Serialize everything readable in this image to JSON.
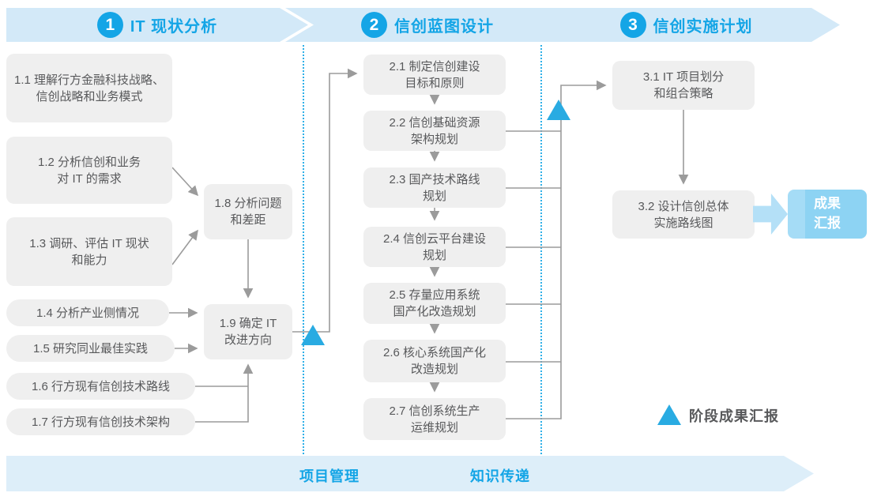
{
  "phases": [
    {
      "number": "1",
      "title": "IT 现状分析",
      "boxes": [
        {
          "label": "1.1 理解行方金融科技战略、\n信创战略和业务模式"
        },
        {
          "label": "1.2 分析信创和业务\n对 IT 的需求"
        },
        {
          "label": "1.3 调研、评估 IT 现状\n和能力"
        },
        {
          "label": "1.4 分析产业侧情况"
        },
        {
          "label": "1.5 研究同业最佳实践"
        },
        {
          "label": "1.6 行方现有信创技术路线"
        },
        {
          "label": "1.7 行方现有信创技术架构"
        },
        {
          "label": "1.8 分析问题\n和差距"
        },
        {
          "label": "1.9 确定 IT\n改进方向"
        }
      ]
    },
    {
      "number": "2",
      "title": "信创蓝图设计",
      "boxes": [
        {
          "label": "2.1 制定信创建设\n目标和原则"
        },
        {
          "label": "2.2 信创基础资源\n架构规划"
        },
        {
          "label": "2.3 国产技术路线\n规划"
        },
        {
          "label": "2.4 信创云平台建设\n规划"
        },
        {
          "label": "2.5 存量应用系统\n国产化改造规划"
        },
        {
          "label": "2.6 核心系统国产化\n改造规划"
        },
        {
          "label": "2.7 信创系统生产\n运维规划"
        }
      ]
    },
    {
      "number": "3",
      "title": "信创实施计划",
      "boxes": [
        {
          "label": "3.1 IT 项目划分\n和组合策略"
        },
        {
          "label": "3.2 设计信创总体\n实施路线图"
        }
      ]
    }
  ],
  "result_box": {
    "label": "成果\n汇报"
  },
  "legend": {
    "label": "阶段成果汇报"
  },
  "bottom_bar": {
    "items": [
      {
        "label": "项目管理"
      },
      {
        "label": "知识传递"
      }
    ]
  },
  "colors": {
    "accent_blue": "#14a5e6",
    "band_fill": "#d3e9f8",
    "bottom_band_fill": "#ddeef9",
    "box_fill": "#efefef",
    "box_text": "#58595b",
    "connector_gray": "#9b9b9b",
    "milestone_triangle": "#29abe2",
    "result_fill": "#8dd3f3",
    "divider_dotted": "#2fb0e8"
  }
}
